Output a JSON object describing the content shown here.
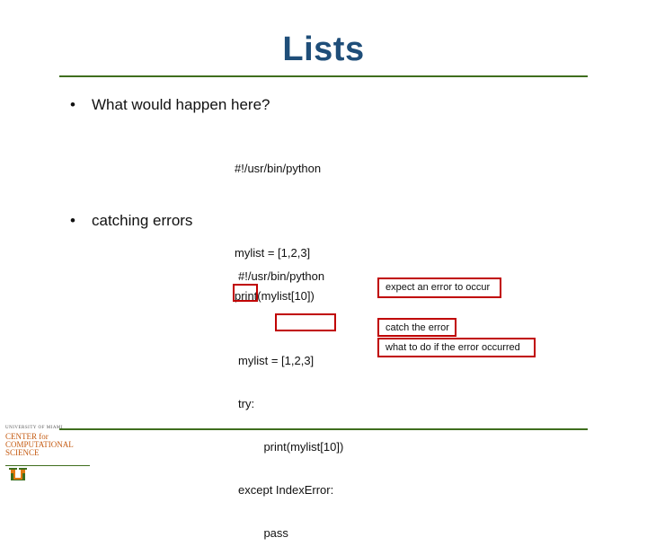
{
  "slide": {
    "title": "Lists",
    "bullets": [
      {
        "text": "What would happen here?"
      },
      {
        "text": "catching errors"
      }
    ],
    "code1": [
      "#!/usr/bin/python",
      "",
      "mylist = [1,2,3]",
      "print(mylist[10])"
    ],
    "code2": [
      "#!/usr/bin/python",
      "",
      "mylist = [1,2,3]",
      "try:",
      "    print(mylist[10])",
      "except IndexError:",
      "    pass"
    ],
    "annotations": [
      {
        "text": "expect an error to occur"
      },
      {
        "text": "catch the error"
      },
      {
        "text": "what to do if the error occurred"
      }
    ]
  },
  "logo": {
    "university": "UNIVERSITY OF MIAMI",
    "lines": [
      "CENTER for",
      "COMPUTATIONAL",
      "SCIENCE"
    ],
    "colors": {
      "orange": "#c55a11",
      "green": "#3f6e1e"
    }
  },
  "colors": {
    "title": "#1f4e79",
    "rule": "#3f6e1e",
    "highlight_box": "#c00000"
  }
}
